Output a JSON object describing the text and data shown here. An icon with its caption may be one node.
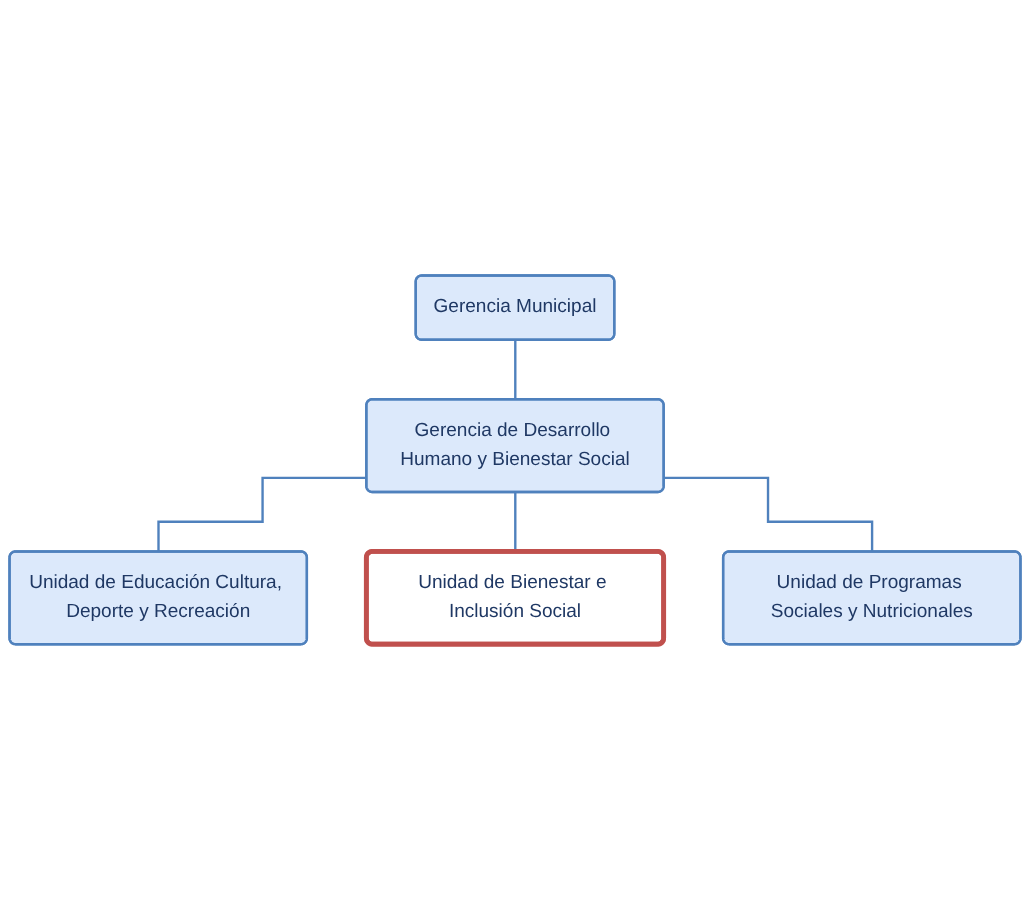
{
  "diagram": {
    "nodes": [
      {
        "text": [
          "Gerencia Municipal"
        ]
      },
      {
        "text": [
          "Gerencia de Desarrollo Humano y Bienestar Social"
        ]
      },
      {
        "text": [
          "Unidad de Educación Cultura, Deporte y Recreación"
        ]
      },
      {
        "text": [
          "Unidad de Bienestar e Inclusión Social"
        ]
      },
      {
        "text": [
          "Unidad de Programas Sociales y Nutricionales"
        ]
      }
    ],
    "edges": [
      {
        "from": 0,
        "to": 1,
        "arrow": "none"
      },
      {
        "from": 1,
        "to": 2,
        "arrow": "none"
      },
      {
        "from": 1,
        "to": 3,
        "arrow": "none"
      },
      {
        "from": 1,
        "to": 4,
        "arrow": "none"
      }
    ]
  }
}
